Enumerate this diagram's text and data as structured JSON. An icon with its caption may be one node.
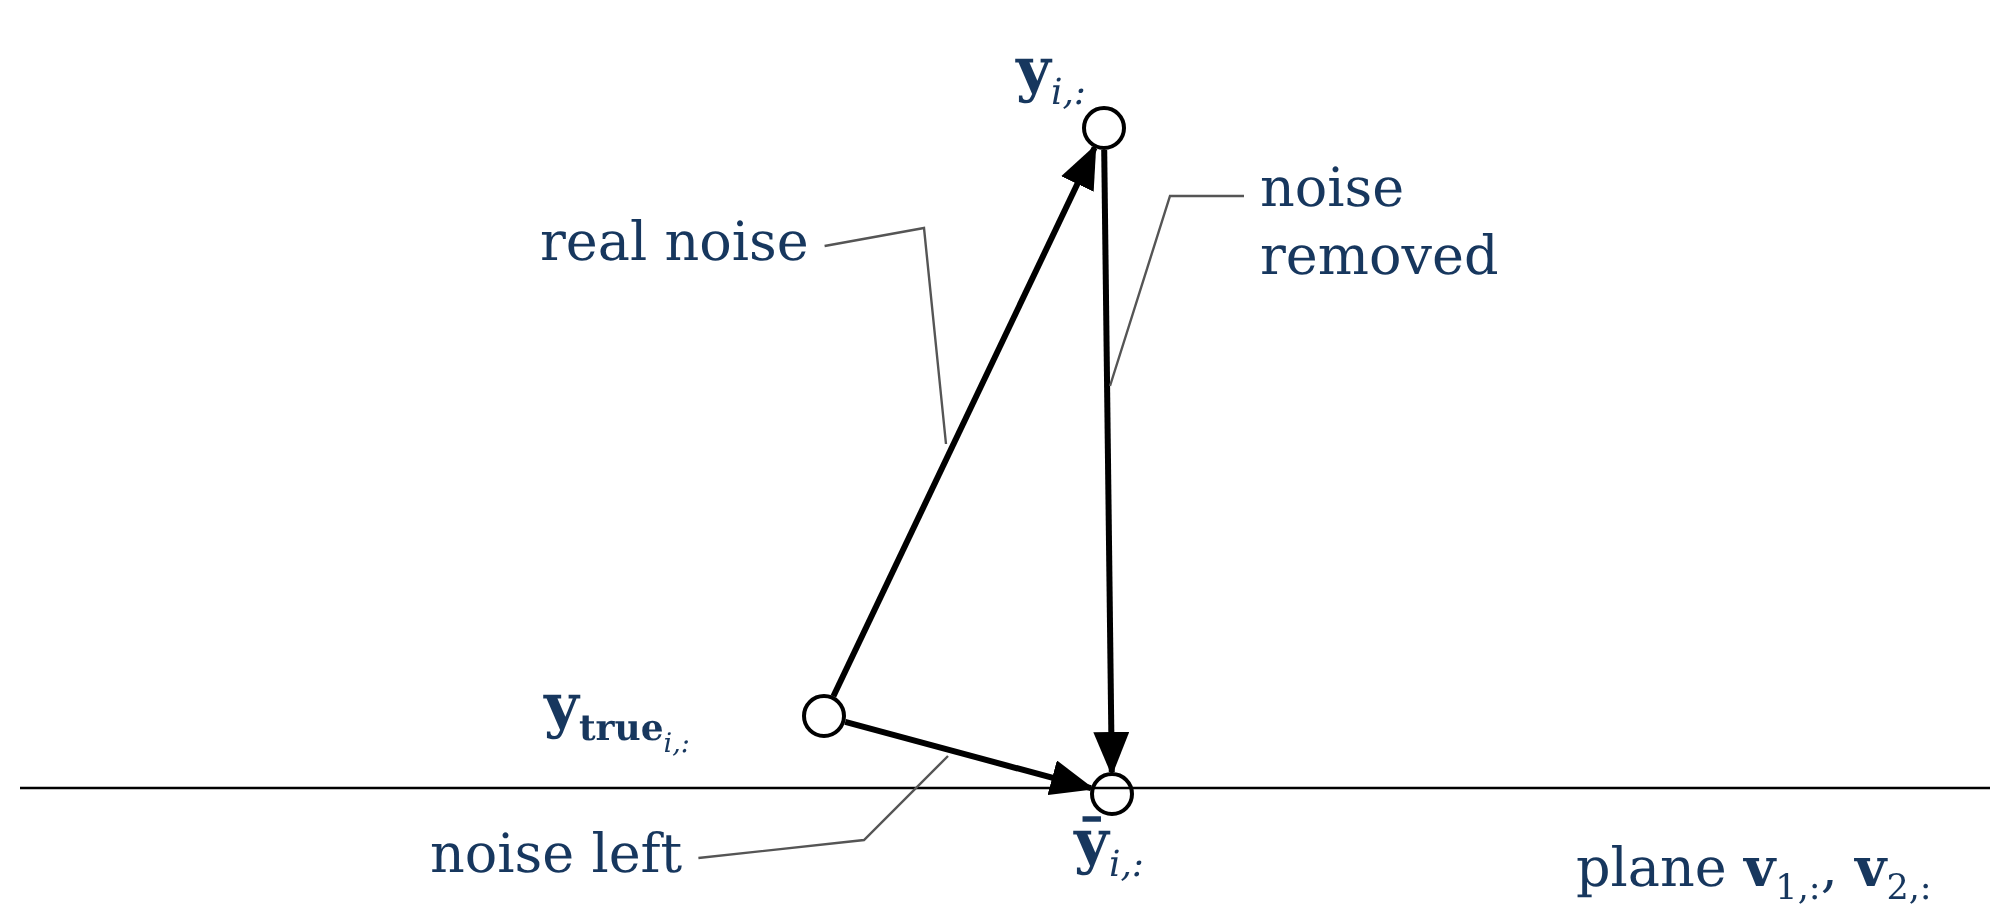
{
  "diagram": {
    "nodes": [
      {
        "text": [],
        "shape": "circle",
        "beside": [
          "**y**$_{i,:}$"
        ]
      },
      {
        "text": [],
        "shape": "circle",
        "beside": [
          "**y**$_{true}$$_{i,:}$"
        ]
      },
      {
        "text": [],
        "shape": "circle",
        "beside": [
          "**ȳ**$_{i,:}$"
        ]
      },
      {
        "text": [
          "real noise"
        ]
      },
      {
        "text": [
          "noise removed"
        ]
      },
      {
        "text": [
          "noise left"
        ]
      }
    ],
    "edges": [
      {
        "from": 1,
        "to": 0,
        "arrow": "to",
        "style": "thick"
      },
      {
        "from": 0,
        "to": 2,
        "arrow": "to",
        "style": "thick"
      },
      {
        "from": 1,
        "to": 2,
        "arrow": "to",
        "style": "thick"
      },
      {
        "from": 3,
        "to": null,
        "arrow": "none"
      },
      {
        "from": 4,
        "to": null,
        "arrow": "none"
      },
      {
        "from": 5,
        "to": null,
        "arrow": "none"
      }
    ],
    "labels": [
      "plane **v**$_{1,:}$, **v**$_{2,:}$"
    ]
  }
}
